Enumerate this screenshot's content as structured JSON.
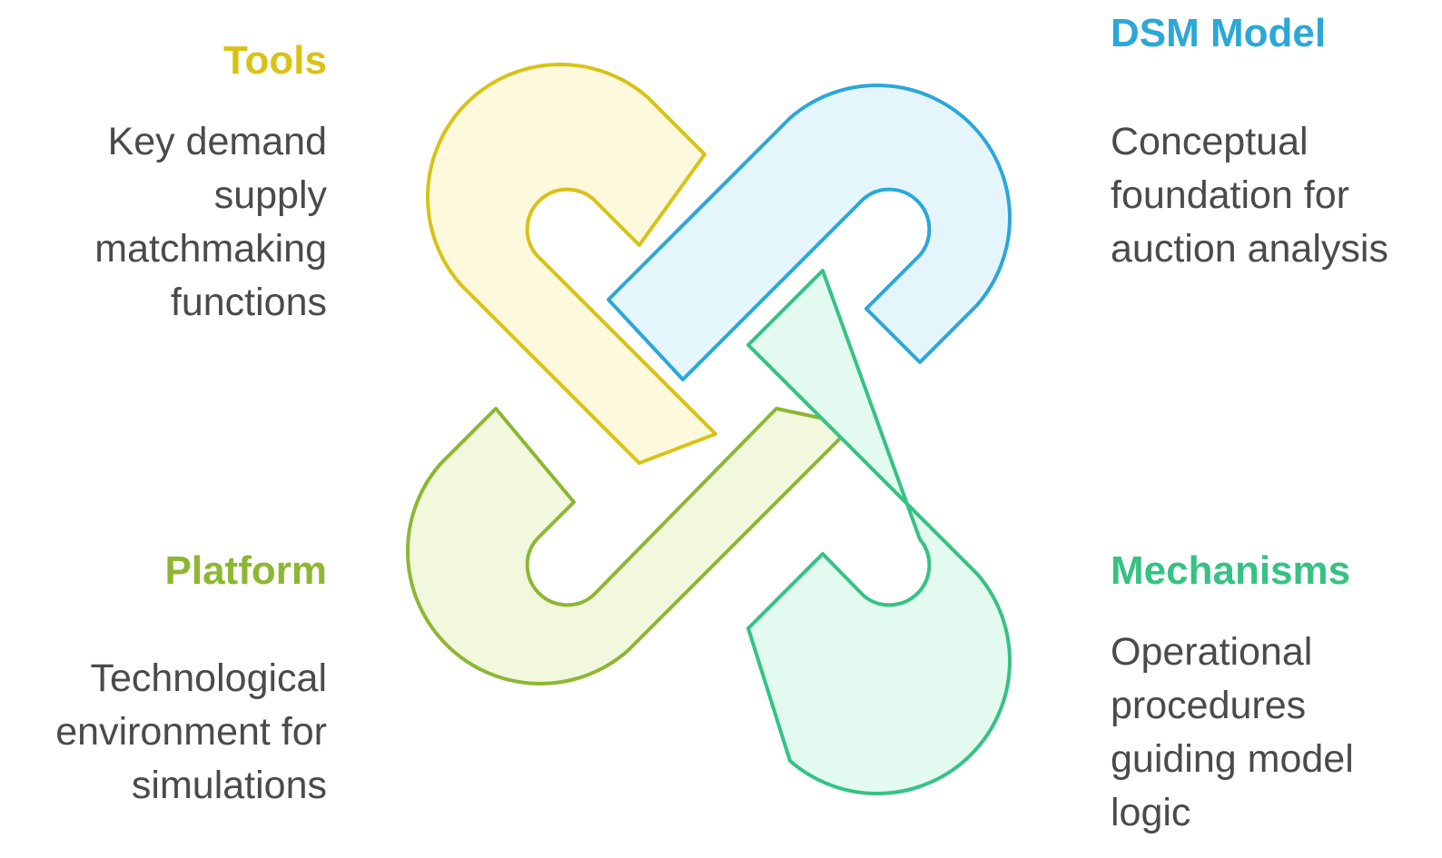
{
  "colors": {
    "tools": "#D8C218",
    "dsm_model": "#2BA7D8",
    "platform": "#8DB733",
    "mechanisms": "#36C284",
    "text": "#4a4a4a"
  },
  "quadrants": {
    "top_left": {
      "title": "Tools",
      "description": "Key demand supply matchmaking functions"
    },
    "top_right": {
      "title": "DSM Model",
      "description": "Conceptual foundation for auction analysis"
    },
    "bottom_left": {
      "title": "Platform",
      "description": "Technological environment for simulations"
    },
    "bottom_right": {
      "title": "Mechanisms",
      "description": "Operational procedures guiding model logic"
    }
  }
}
